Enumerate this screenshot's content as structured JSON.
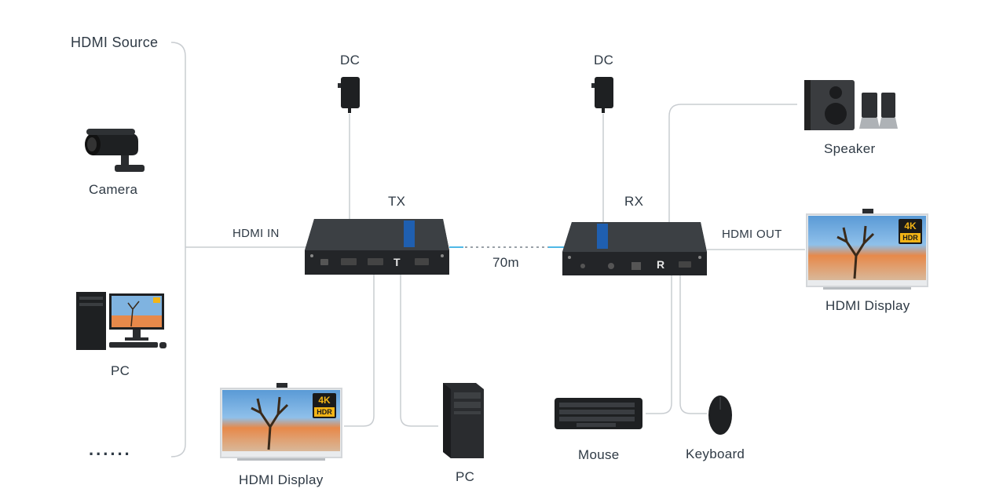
{
  "labels": {
    "hdmi_source": "HDMI Source",
    "camera": "Camera",
    "pc_left": "PC",
    "dots": "......",
    "dc_tx": "DC",
    "dc_rx": "DC",
    "tx": "TX",
    "rx": "RX",
    "hdmi_in": "HDMI IN",
    "distance": "70m",
    "hdmi_out": "HDMI OUT",
    "speaker": "Speaker",
    "hdmi_display_right": "HDMI Display",
    "hdmi_display_bottom": "HDMI Display",
    "pc_bottom": "PC",
    "mouse": "Mouse",
    "keyboard": "Keyboard"
  },
  "badges": {
    "res": "4K",
    "hdr": "HDR"
  },
  "device_marks": {
    "tx_letter": "T",
    "rx_letter": "R"
  },
  "colors": {
    "line": "#c9cdd1",
    "cable": "#4fb8e6",
    "device": "#2a2c2f",
    "badge": "#f2b416",
    "text": "#2f3a45"
  }
}
